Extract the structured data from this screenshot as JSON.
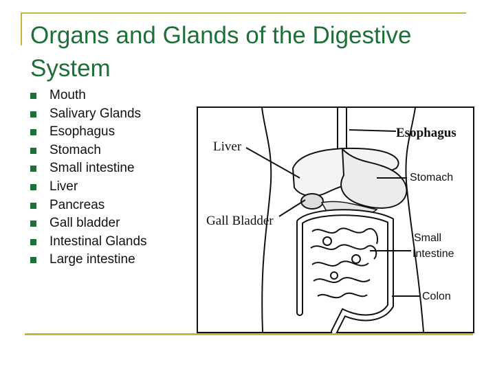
{
  "slide": {
    "title": "Organs and Glands of the Digestive System",
    "bullets": [
      "Mouth",
      "Salivary Glands",
      "Esophagus",
      "Stomach",
      "Small intestine",
      "Liver",
      "Pancreas",
      "Gall bladder",
      "Intestinal Glands",
      "Large intestine"
    ]
  },
  "figure": {
    "labels": {
      "liver": "Liver",
      "gall_bladder": "Gall Bladder",
      "esophagus": "Esophagus",
      "stomach": "Stomach",
      "small": "Small",
      "intestine": "Intestine",
      "colon": "Colon"
    }
  },
  "colors": {
    "title": "#1f6f3a",
    "accent": "#c8b33c",
    "bullet": "#1f6f3a",
    "line_art": "#111111"
  }
}
